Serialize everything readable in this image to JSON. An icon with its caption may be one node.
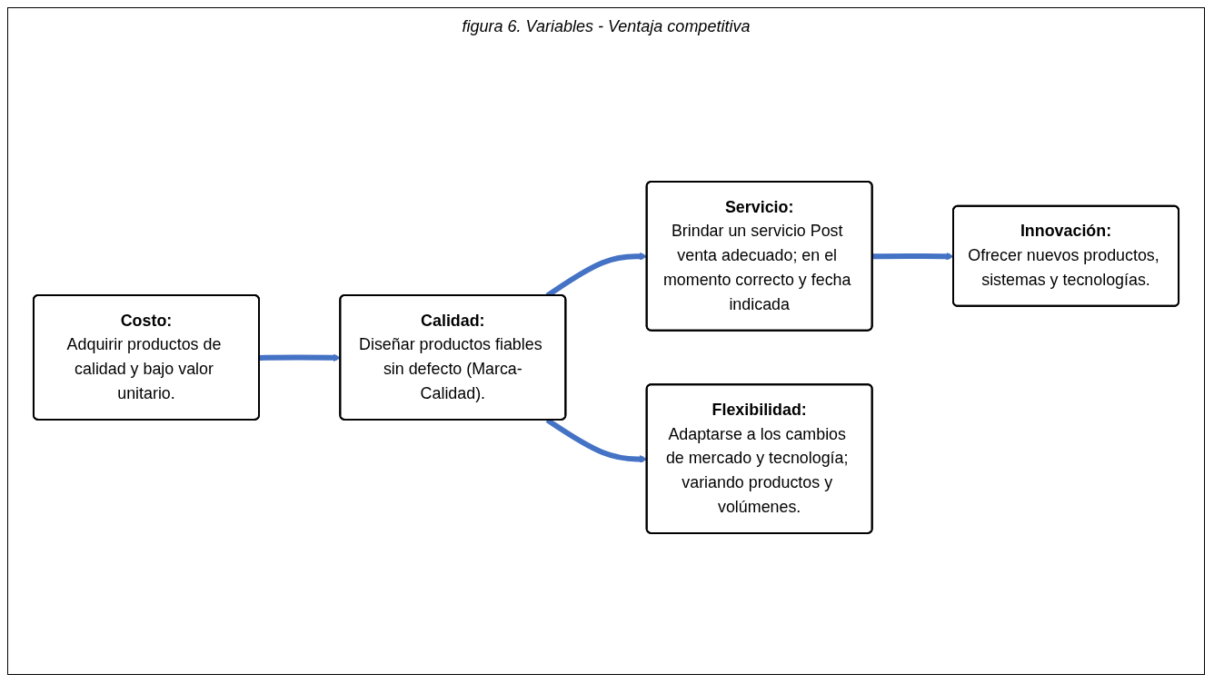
{
  "diagram": {
    "title": "figura 6. Variables - Ventaja competitiva",
    "nodes": [
      {
        "text": [
          "Costo:",
          "Adquirir productos de calidad y bajo valor unitario."
        ]
      },
      {
        "text": [
          "Calidad:",
          "Diseñar productos fiables sin defecto (Marca-Calidad)."
        ]
      },
      {
        "text": [
          "Servicio:",
          "Brindar un servicio Post venta adecuado; en el momento correcto y fecha indicada"
        ]
      },
      {
        "text": [
          "Flexibilidad:",
          "Adaptarse a los cambios de mercado y tecnología; variando productos y volúmenes."
        ]
      },
      {
        "text": [
          "Innovación:",
          "Ofrecer nuevos productos, sistemas y tecnologías."
        ]
      }
    ],
    "edges": [
      {
        "from": 0,
        "to": 1,
        "arrow": "to"
      },
      {
        "from": 1,
        "to": 2,
        "arrow": "to"
      },
      {
        "from": 1,
        "to": 3,
        "arrow": "to"
      },
      {
        "from": 2,
        "to": 4,
        "arrow": "to"
      }
    ]
  }
}
